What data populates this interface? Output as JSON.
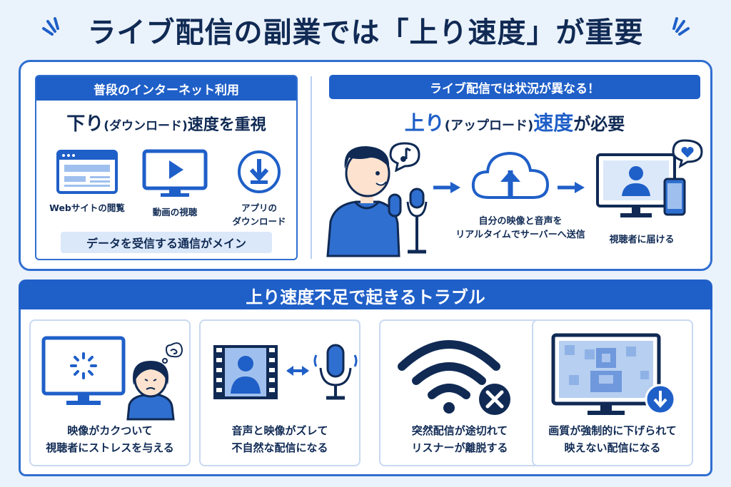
{
  "title": "ライブ配信の副業では「上り速度」が重要",
  "left": {
    "header": "普段のインターネット利用",
    "subtitle_main": "下り",
    "subtitle_paren": "(ダウンロード)",
    "subtitle_rest": "速度を重視",
    "items": [
      {
        "label": "Webサイトの閲覧"
      },
      {
        "label": "動画の視聴"
      },
      {
        "label_line1": "アプリの",
        "label_line2": "ダウンロード"
      }
    ],
    "footer": "データを受信する通信がメイン"
  },
  "right": {
    "header": "ライブ配信では状況が異なる！",
    "subtitle_main": "上り",
    "subtitle_paren": "(アップロード)",
    "subtitle_rest1": "速度",
    "subtitle_rest2": "が必要",
    "caption_upload_line1": "自分の映像と音声を",
    "caption_upload_line2": "リアルタイムでサーバーへ送信",
    "caption_viewer": "視聴者に届ける"
  },
  "troubles": {
    "header": "上り速度不足で起きるトラブル",
    "cards": [
      {
        "line1": "映像がカクついて",
        "line2": "視聴者にストレスを与える"
      },
      {
        "line1": "音声と映像がズレて",
        "line2": "不自然な配信になる"
      },
      {
        "line1": "突然配信が途切れて",
        "line2": "リスナーが離脱する"
      },
      {
        "line1": "画質が強制的に下げられて",
        "line2": "映えない配信になる"
      }
    ]
  },
  "colors": {
    "primary": "#1f5fc8",
    "dark": "#102a54",
    "light": "#dbe8fa",
    "accent": "#2f6fd0"
  }
}
